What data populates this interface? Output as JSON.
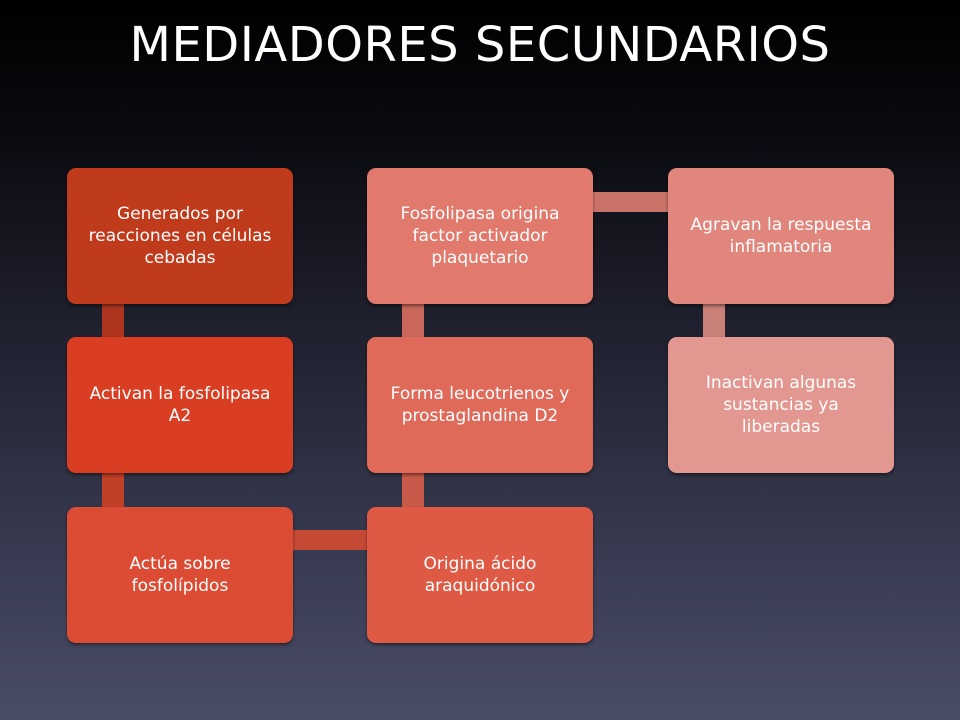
{
  "title": "MEDIADORES SECUNDARIOS",
  "nodes": [
    {
      "text": "Generados por reacciones en células cebadas",
      "color": "#c03a1c"
    },
    {
      "text": "Activan la fosfolipasa A2",
      "color": "#da3e22"
    },
    {
      "text": "Actúa sobre fosfolípidos",
      "color": "#dc4c34"
    },
    {
      "text": "Origina ácido araquidónico",
      "color": "#df5a45"
    },
    {
      "text": "Forma leucotrienos y prostaglandina D2",
      "color": "#e06a5a"
    },
    {
      "text": "Fosfolipasa origina factor activador plaquetario",
      "color": "#e1796c"
    },
    {
      "text": "Agravan la respuesta inflamatoria",
      "color": "#e0867c"
    },
    {
      "text": "Inactivan algunas sustancias ya liberadas",
      "color": "#e29890"
    }
  ],
  "connector_colors": {
    "c1": "#ad3520",
    "c2": "#bf4027",
    "c3": "#c44a36",
    "c4": "#c75a48",
    "c5": "#c8675a",
    "c6": "#c97368",
    "c7": "#c98078"
  }
}
